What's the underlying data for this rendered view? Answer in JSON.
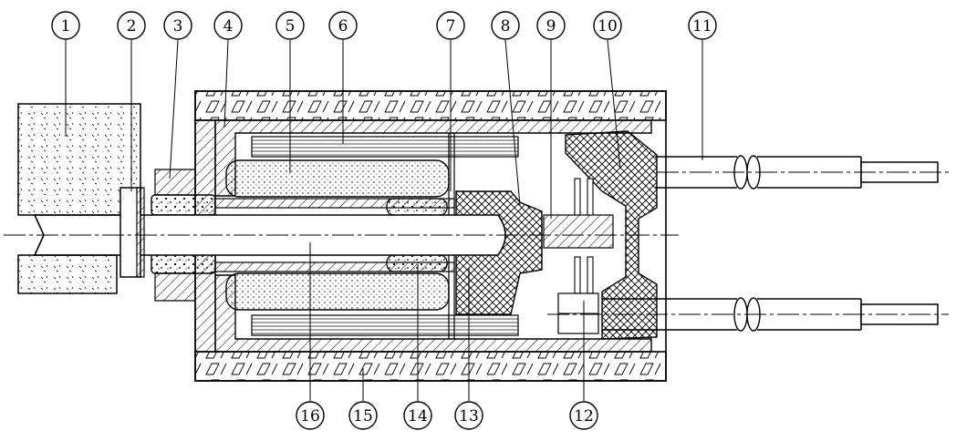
{
  "diagram": {
    "callouts_top": [
      "1",
      "2",
      "3",
      "4",
      "5",
      "6",
      "7",
      "8",
      "9",
      "10",
      "11"
    ],
    "callouts_bottom": [
      "16",
      "15",
      "14",
      "13",
      "12"
    ]
  }
}
